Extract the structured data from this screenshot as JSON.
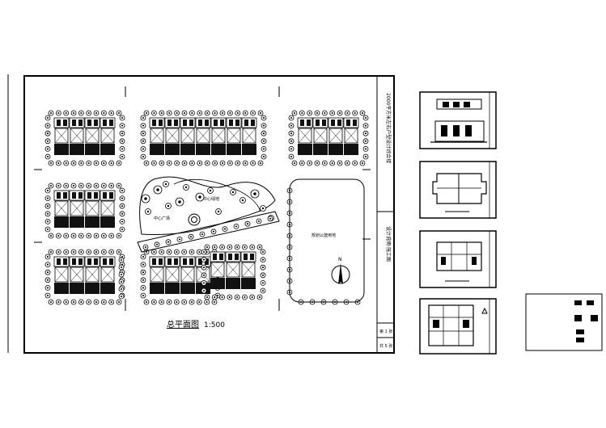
{
  "main_sheet": {
    "plan_title": "总平面图",
    "plan_scale": "1:500",
    "title_block_project": "2000平方米左右户型设计综合楼",
    "title_block_sub": "设计说明·施工图",
    "sheet_no_1": "第 1 张",
    "sheet_no_2": "共 5 张"
  },
  "site_labels": {
    "center_plaza": "中心广场",
    "green_area": "中心绿地",
    "east_plot": "规划公建用地",
    "north_mark": "N"
  },
  "colors": {
    "ink": "#000000",
    "paper": "#ffffff",
    "hatch": "#111111"
  },
  "icons": [
    "north-arrow-icon",
    "tree-icon"
  ]
}
